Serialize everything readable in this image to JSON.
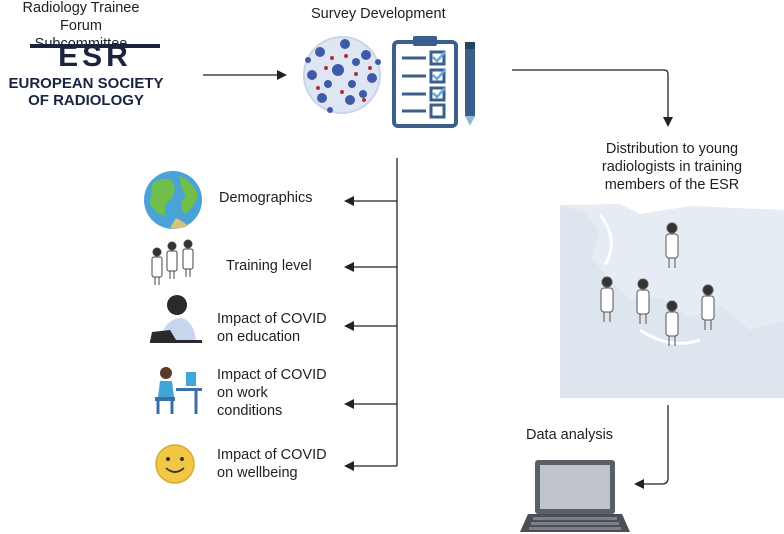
{
  "header": {
    "committee_line1": "Radiology Trainee Forum",
    "committee_line2": "Subcommittee",
    "survey_title": "Survey Development"
  },
  "logo": {
    "acronym": "ESR",
    "line1": "EUROPEAN SOCIETY",
    "line2": "OF RADIOLOGY",
    "color": "#1c2340"
  },
  "distribution": {
    "line1": "Distribution to young",
    "line2": "radiologists in training",
    "line3": "members of the ESR"
  },
  "analysis": {
    "label": "Data analysis"
  },
  "topics": [
    {
      "lines": [
        "Demographics"
      ],
      "icon": "globe-icon"
    },
    {
      "lines": [
        "Training level"
      ],
      "icon": "doctors-icon"
    },
    {
      "lines": [
        "Impact of COVID",
        "on education"
      ],
      "icon": "student-icon"
    },
    {
      "lines": [
        "Impact of COVID",
        "on work",
        "conditions"
      ],
      "icon": "worker-desk-icon"
    },
    {
      "lines": [
        "Impact of COVID",
        "on wellbeing"
      ],
      "icon": "smiley-icon"
    }
  ],
  "colors": {
    "arrow": "#222222",
    "virus": "#3f5ba8",
    "virus_spike": "#b03040",
    "clipboard": "#3a5f8a",
    "map": "#e6ecf3",
    "smiley": "#f2c744"
  }
}
